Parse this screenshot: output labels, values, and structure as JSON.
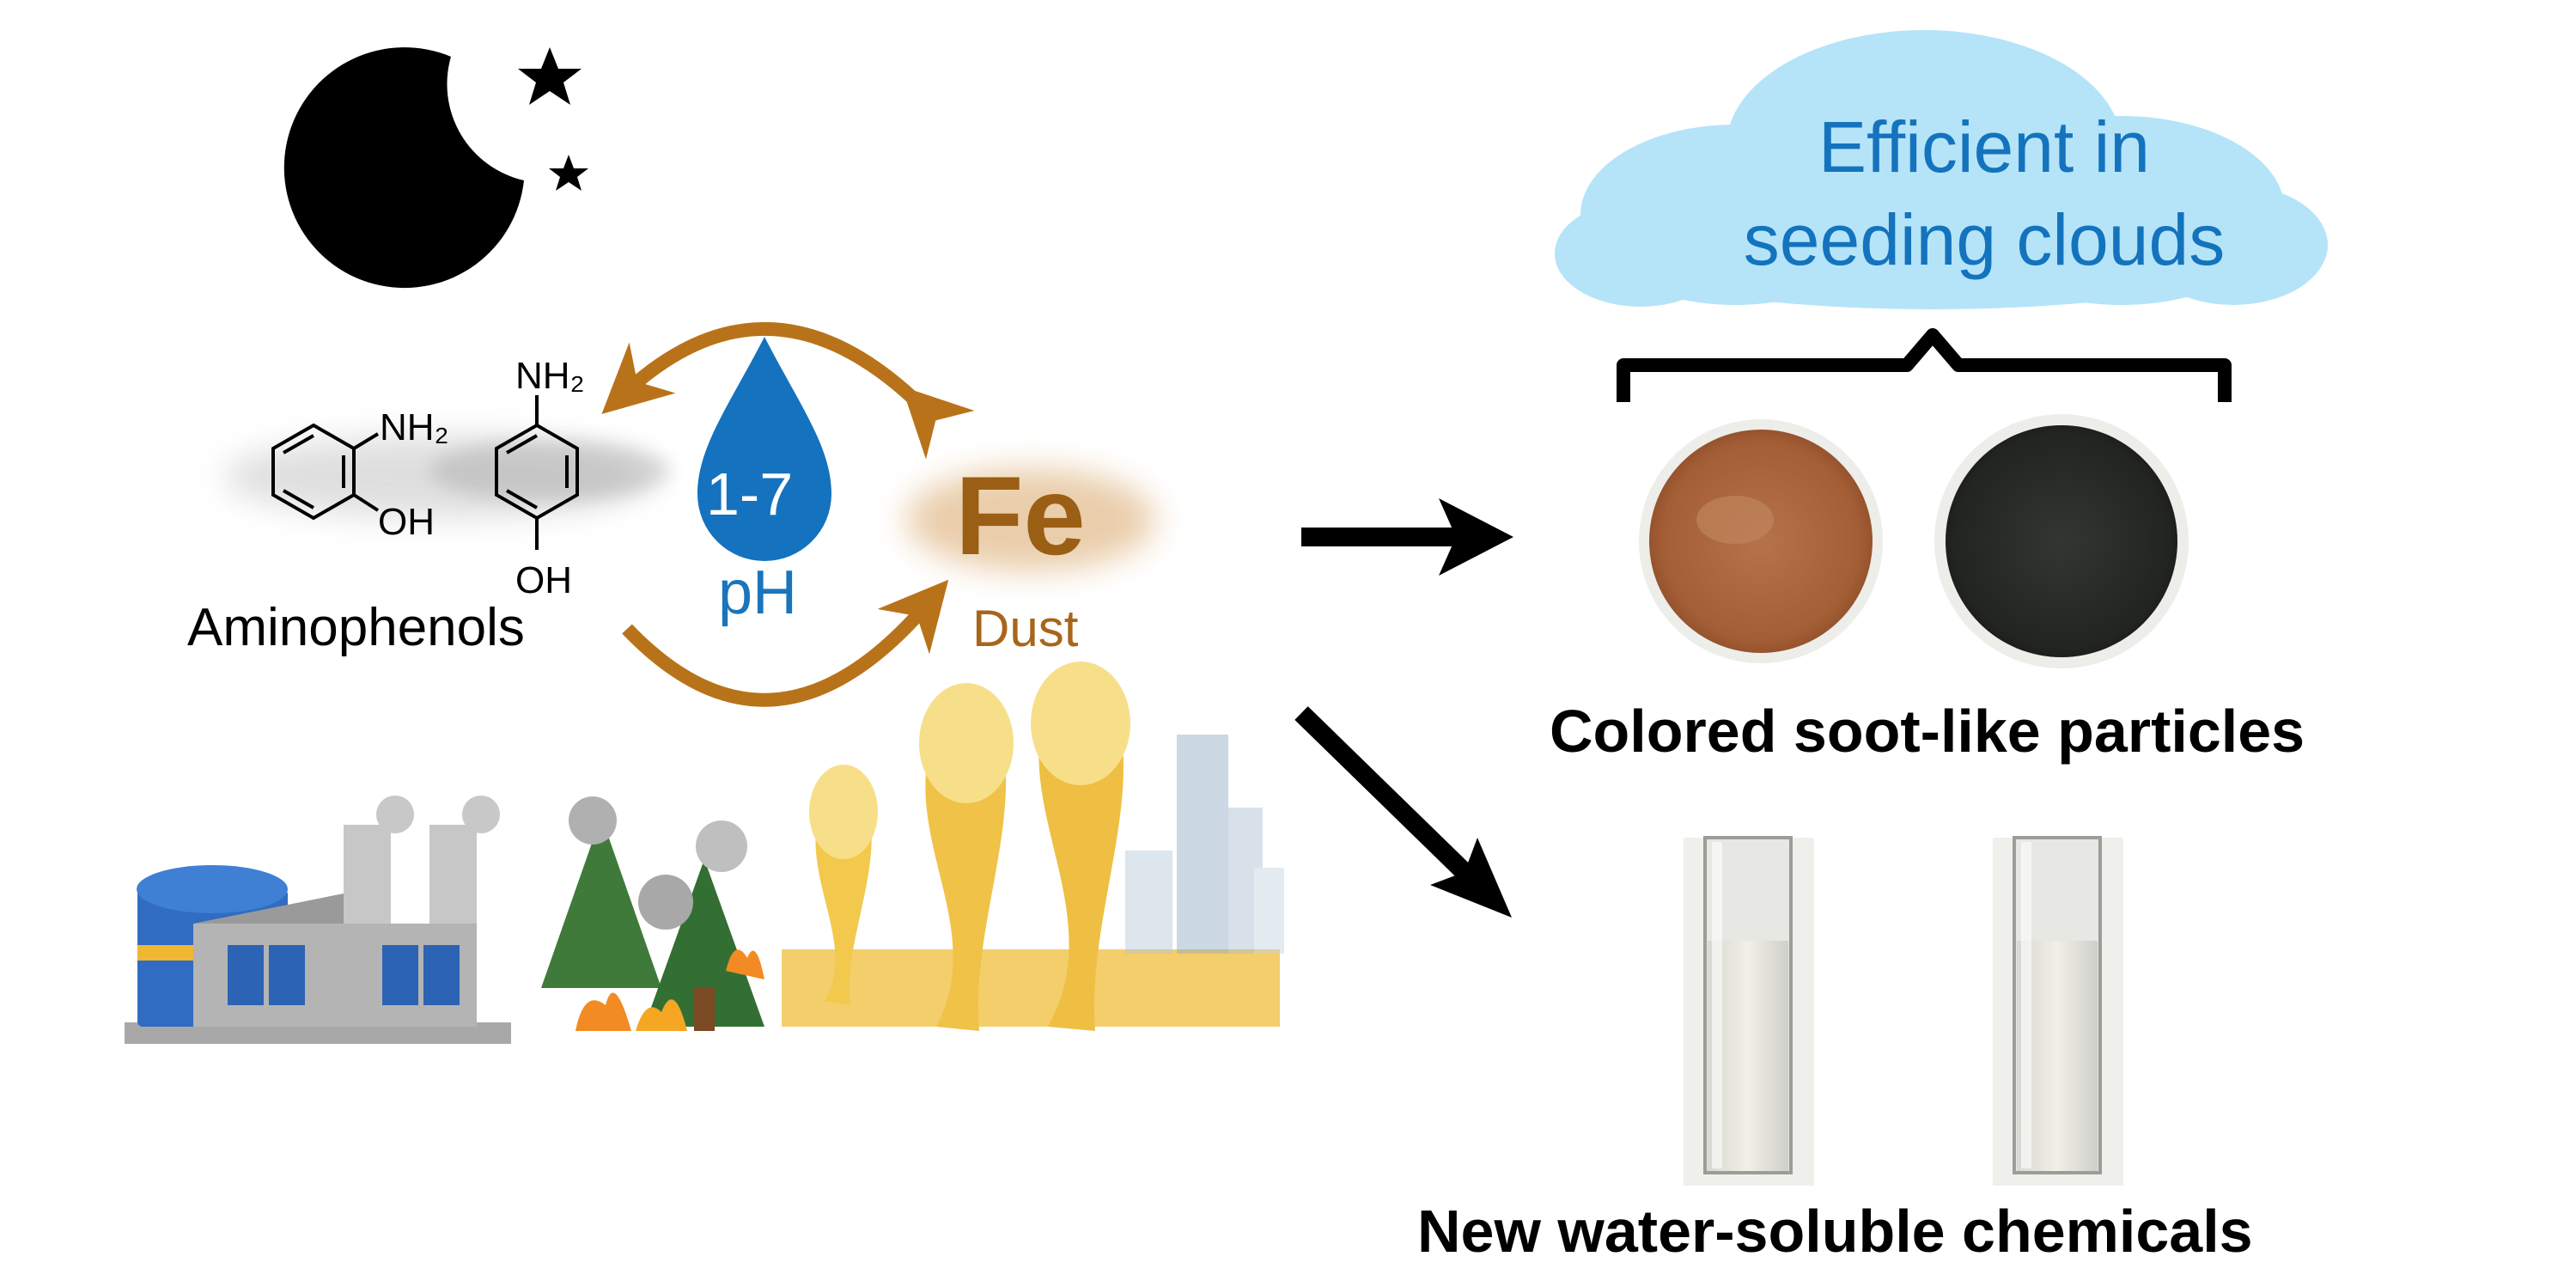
{
  "cloud": {
    "line1": "Efficient in",
    "line2": "seeding clouds",
    "color": "#b5e4f8",
    "text_color": "#1473bd"
  },
  "molecules": {
    "left": {
      "sub1": "NH₂",
      "sub2": "OH"
    },
    "right": {
      "sub1": "NH₂",
      "sub2": "OH"
    },
    "label": "Aminophenols"
  },
  "ph": {
    "range": "1-7",
    "label": "pH",
    "drop_color": "#1472be"
  },
  "iron": {
    "symbol": "Fe",
    "label": "Dust",
    "color": "#9a5f14"
  },
  "products": {
    "particles_label": "Colored soot-like particles",
    "chemicals_label": "New water-soluble chemicals"
  },
  "icons": [
    "moon-icon",
    "star-icon",
    "factory-icon",
    "wildfire-icon",
    "dust-storm-icon",
    "city-skyline-icon"
  ],
  "colors": {
    "arrow_orange": "#b8731a",
    "arrow_black": "#000000"
  }
}
